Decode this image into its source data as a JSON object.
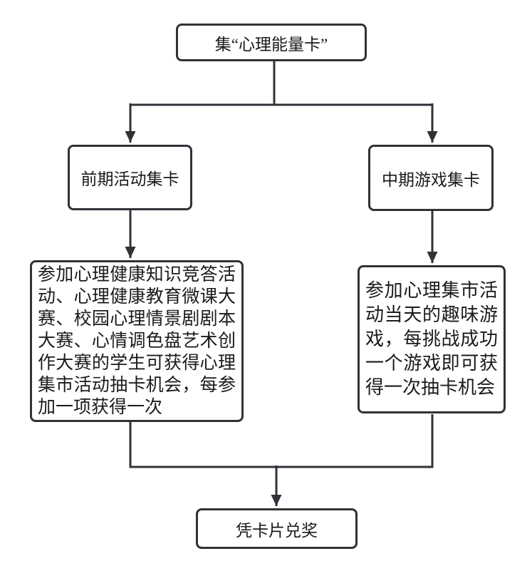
{
  "diagram": {
    "nodes": {
      "root": {
        "label": "集“心理能量卡”"
      },
      "early": {
        "label": "前期活动集卡"
      },
      "mid": {
        "label": "中期游戏集卡"
      },
      "early_detail": {
        "label": "参加心理健康知识竞答活动、心理健康教育微课大赛、校园心理情景剧剧本大赛、心情调色盘艺术创作大赛的学生可获得心理集市活动抽卡机会，每参加一项获得一次"
      },
      "mid_detail": {
        "label": "参加心理集市活动当天的趣味游戏，每挑战成功一个游戏即可获得一次抽卡机会"
      },
      "redeem": {
        "label": "凭卡片兑奖"
      }
    },
    "colors": {
      "stroke": "#2f3338",
      "text": "#1b1b1b",
      "background": "#ffffff"
    }
  }
}
